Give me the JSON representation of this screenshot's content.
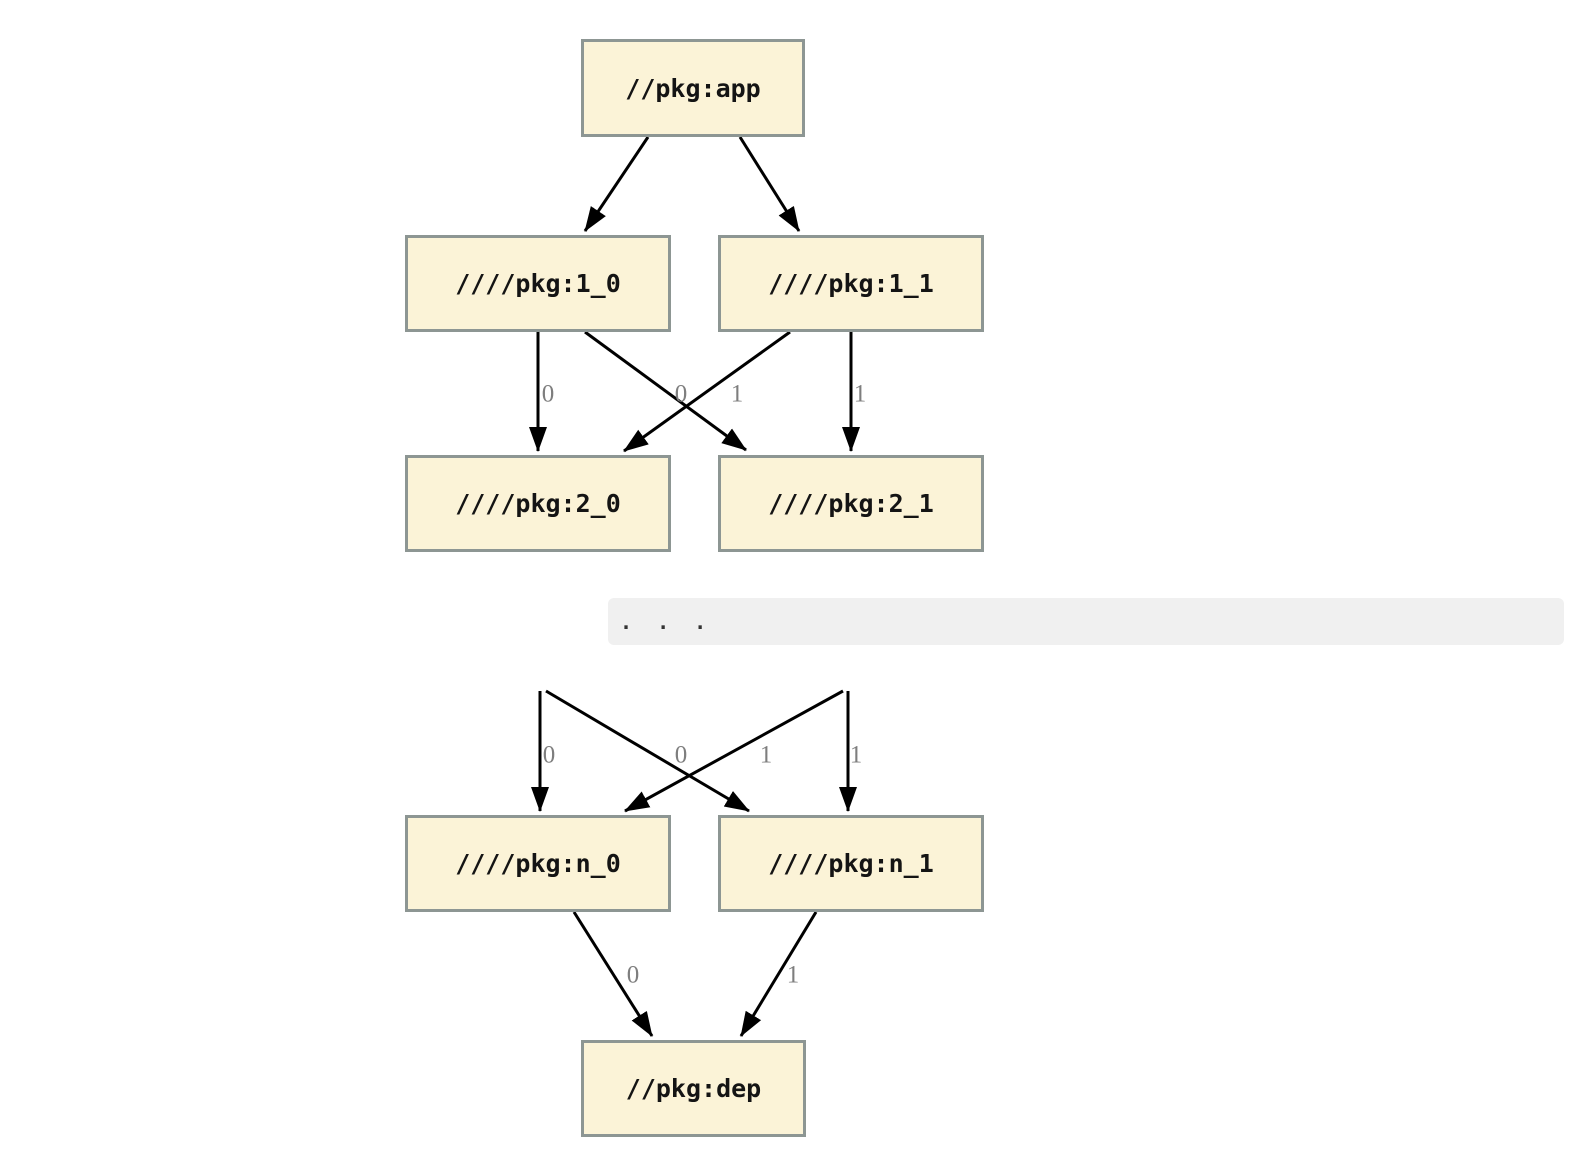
{
  "diagram": {
    "type": "dependency-graph",
    "description": "Package dependency graph from //pkg:app through versioned layers down to //pkg:dep",
    "nodes": [
      {
        "id": "app",
        "label": "//pkg:app"
      },
      {
        "id": "1_0",
        "label": "////pkg:1_0"
      },
      {
        "id": "1_1",
        "label": "////pkg:1_1"
      },
      {
        "id": "2_0",
        "label": "////pkg:2_0"
      },
      {
        "id": "2_1",
        "label": "////pkg:2_1"
      },
      {
        "id": "n_0",
        "label": "////pkg:n_0"
      },
      {
        "id": "n_1",
        "label": "////pkg:n_1"
      },
      {
        "id": "dep",
        "label": "//pkg:dep"
      }
    ],
    "edges": [
      {
        "from": "//pkg:app",
        "to": "////pkg:1_0",
        "label": ""
      },
      {
        "from": "//pkg:app",
        "to": "////pkg:1_1",
        "label": ""
      },
      {
        "from": "////pkg:1_0",
        "to": "////pkg:2_0",
        "label": "0"
      },
      {
        "from": "////pkg:1_0",
        "to": "////pkg:2_1",
        "label": "1"
      },
      {
        "from": "////pkg:1_1",
        "to": "////pkg:2_0",
        "label": "0"
      },
      {
        "from": "////pkg:1_1",
        "to": "////pkg:2_1",
        "label": "1"
      },
      {
        "from": "...",
        "to": "////pkg:n_0",
        "label": "0"
      },
      {
        "from": "...",
        "to": "////pkg:n_1",
        "label": "1"
      },
      {
        "from": "...",
        "to": "////pkg:n_0",
        "label": "0"
      },
      {
        "from": "...",
        "to": "////pkg:n_1",
        "label": "1"
      },
      {
        "from": "////pkg:n_0",
        "to": "//pkg:dep",
        "label": "0"
      },
      {
        "from": "////pkg:n_1",
        "to": "//pkg:dep",
        "label": "1"
      }
    ],
    "ellipsis": ". . .",
    "colors": {
      "node_fill": "#FBF3D7",
      "node_border": "#8D9693",
      "edge_stroke": "#000000",
      "edge_label_text": "#7E7E7E",
      "code_block_bg": "#F0F0F0",
      "code_block_text": "#333333",
      "page_bg": "#FFFFFF"
    }
  }
}
